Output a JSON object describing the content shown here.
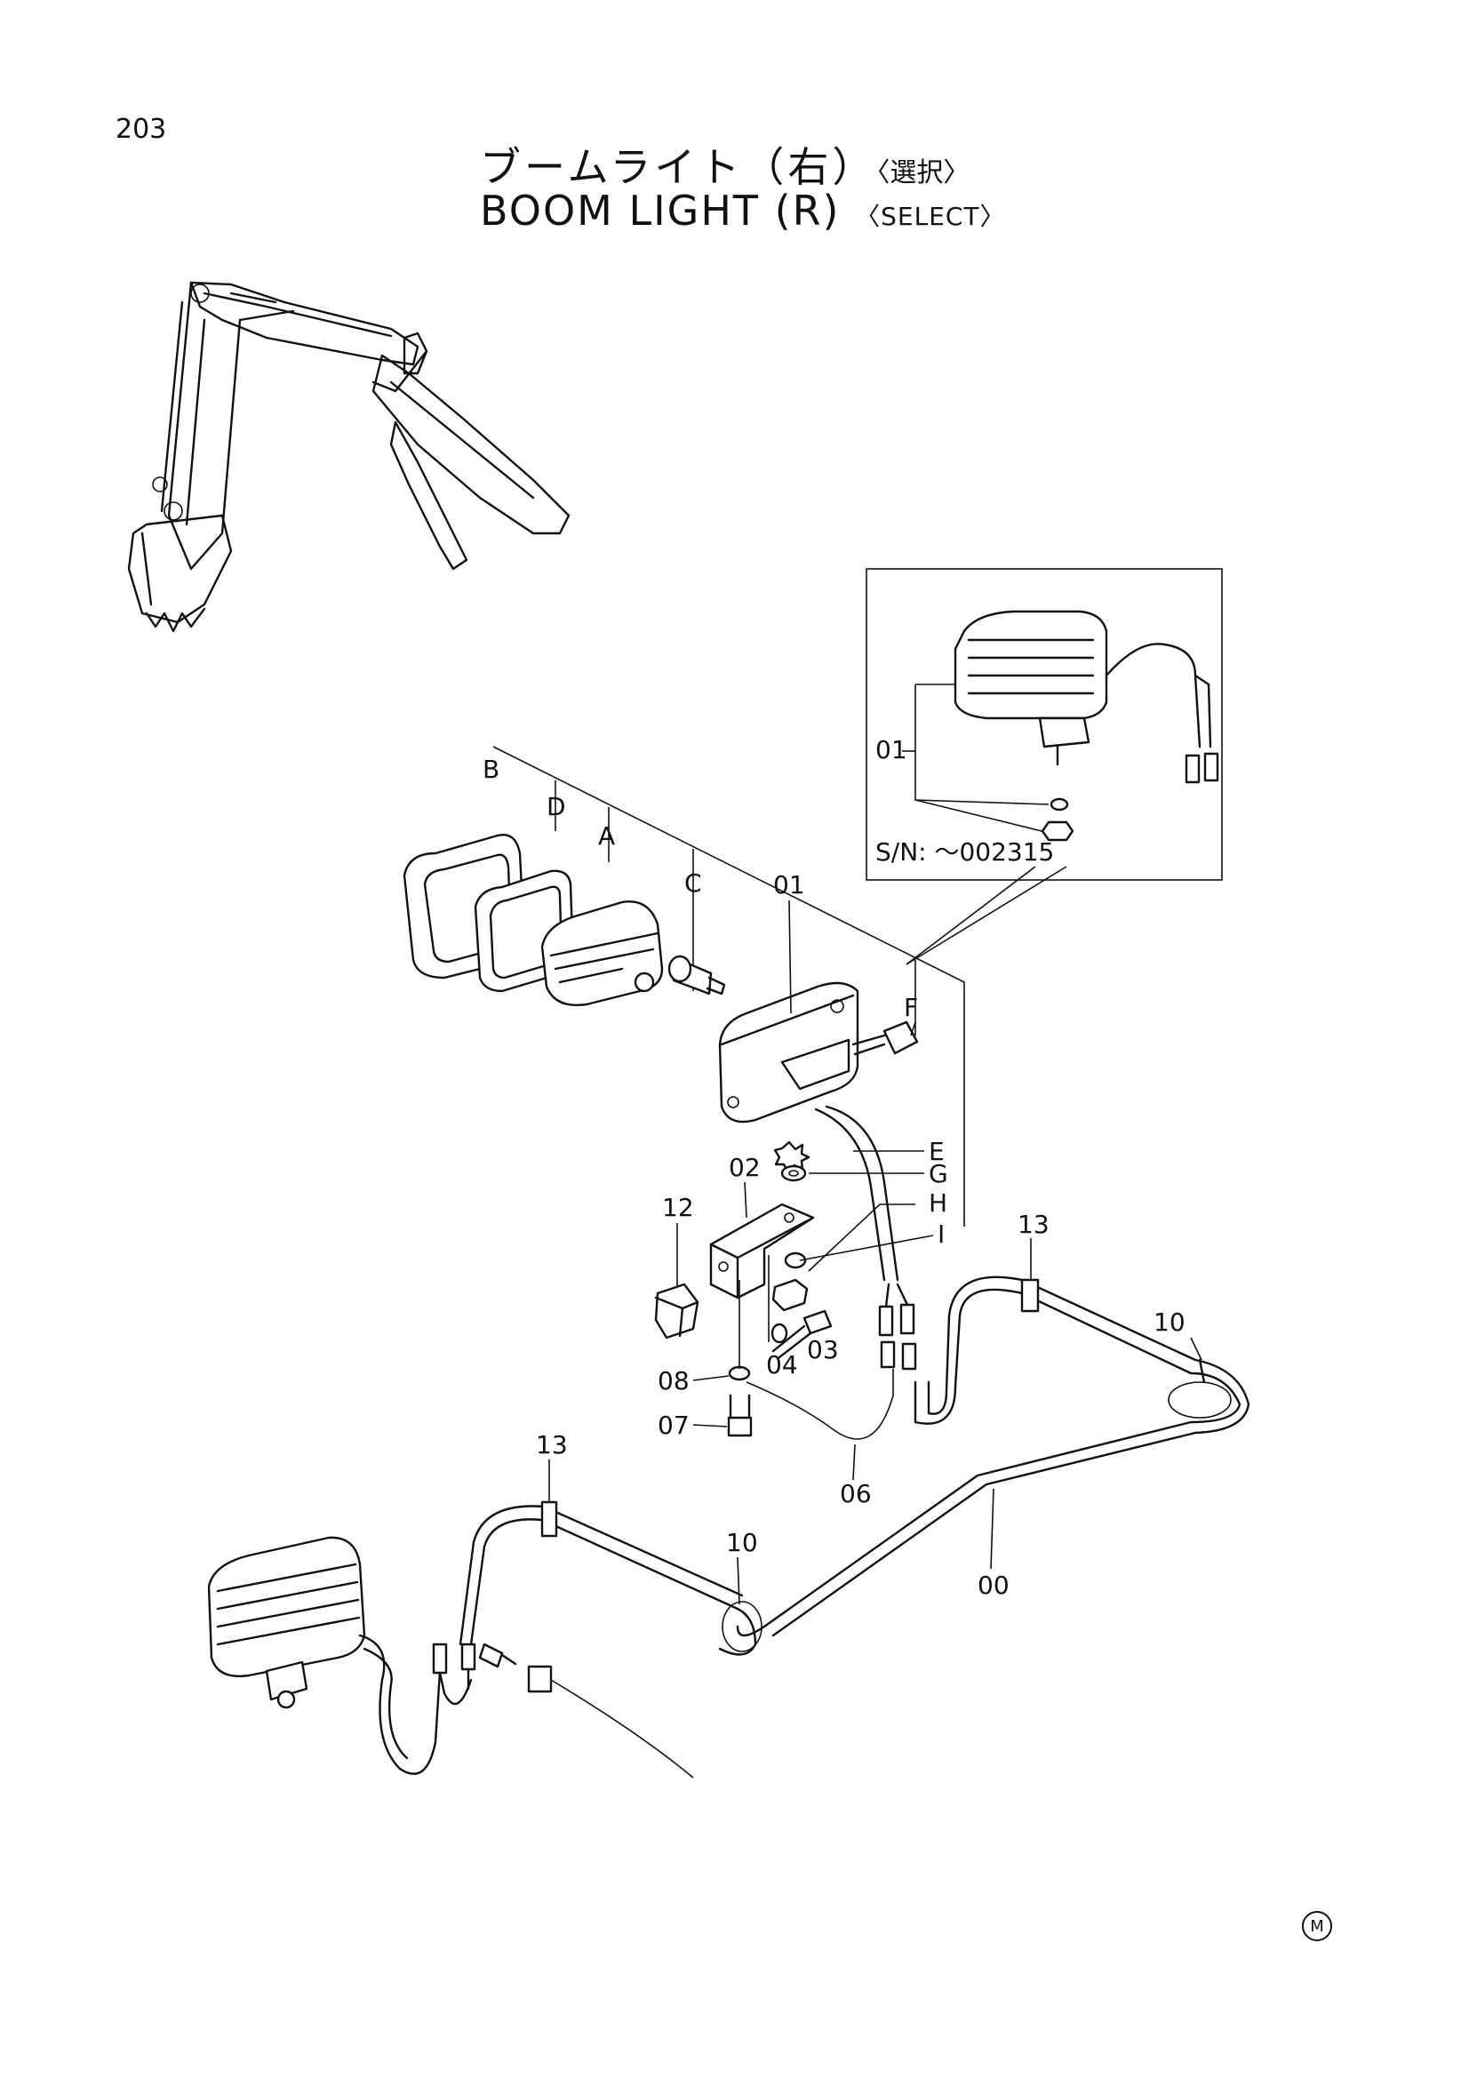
{
  "page_number": "203",
  "title": {
    "jp_main": "ブームライト（右）",
    "jp_select": "〈選択〉",
    "en_main": "BOOM LIGHT (R)",
    "en_select": "〈SELECT〉"
  },
  "inset": {
    "serial_label": "S/N: ～002315",
    "part_label": "01"
  },
  "callouts": {
    "B": "B",
    "D": "D",
    "A": "A",
    "C": "C",
    "p01": "01",
    "F": "F",
    "E": "E",
    "G": "G",
    "H": "H",
    "I": "I",
    "p02": "02",
    "p12": "12",
    "p04": "04",
    "p03": "03",
    "p08": "08",
    "p07": "07",
    "p06": "06",
    "p13a": "13",
    "p10a": "10",
    "p13b": "13",
    "p10b": "10",
    "p00": "00"
  },
  "corner_mark": "M"
}
